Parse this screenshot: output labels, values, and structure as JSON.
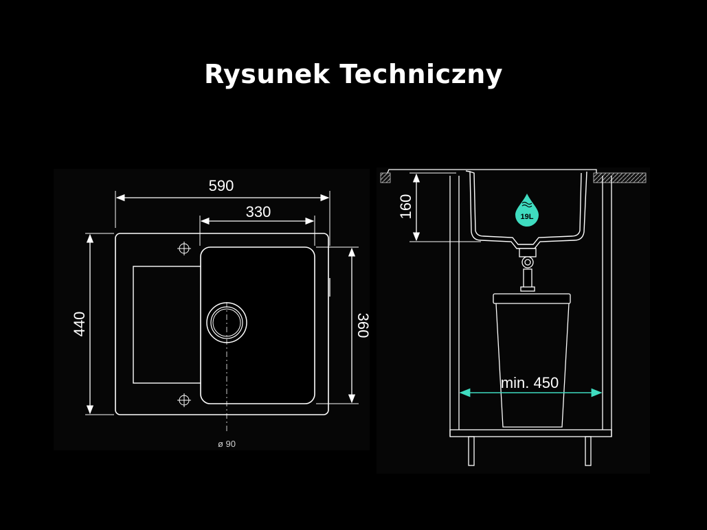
{
  "title": "Rysunek Techniczny",
  "top_view": {
    "width_total": "590",
    "width_bowl": "330",
    "height_total": "440",
    "height_bowl": "360",
    "drain_diameter": "ø 90"
  },
  "side_view": {
    "depth": "160",
    "capacity_badge": "19L",
    "cabinet_min_width": "min. 450"
  },
  "colors": {
    "background": "#000000",
    "lines": "#ffffff",
    "accent": "#3fdcc0",
    "dark_panel": "#0a0a0a"
  }
}
